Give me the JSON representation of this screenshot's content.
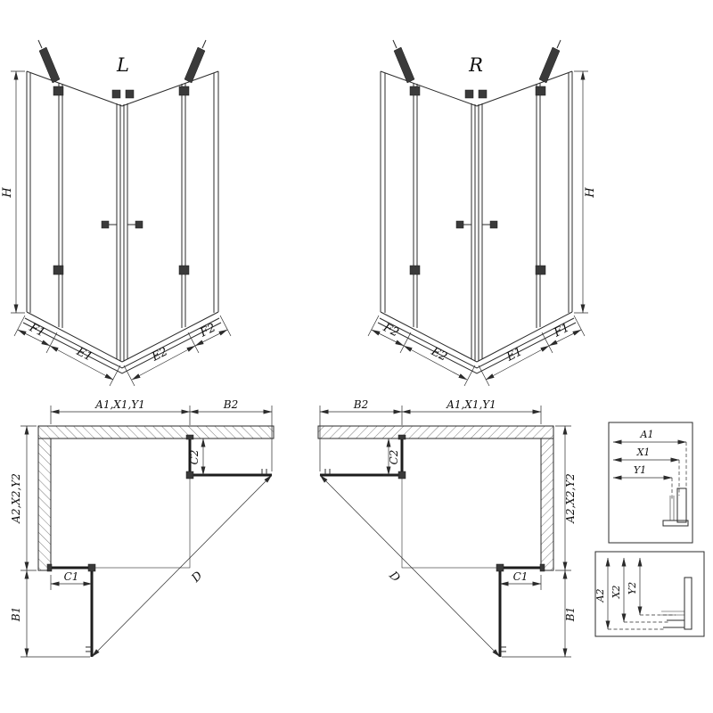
{
  "views": {
    "iso_left": {
      "label": "L",
      "height": "H",
      "seg_f1": "F1",
      "seg_e1": "E1",
      "seg_e2": "E2",
      "seg_f2": "F2"
    },
    "iso_right": {
      "label": "R",
      "height": "H",
      "seg_f1": "F1",
      "seg_e1": "E1",
      "seg_e2": "E2",
      "seg_f2": "F2"
    },
    "plan_left": {
      "top_width": "A1,X1,Y1",
      "door_b2": "B2",
      "c2": "C2",
      "side_width": "A2,X2,Y2",
      "c1": "C1",
      "b1": "B1",
      "diagonal": "D"
    },
    "plan_right": {
      "top_width": "A1,X1,Y1",
      "door_b2": "B2",
      "c2": "C2",
      "side_width": "A2,X2,Y2",
      "c1": "C1",
      "b1": "B1",
      "diagonal": "D"
    },
    "detail_top": {
      "a1": "A1",
      "x1": "X1",
      "y1": "Y1"
    },
    "detail_bottom": {
      "a2": "A2",
      "x2": "X2",
      "y2": "Y2"
    }
  }
}
